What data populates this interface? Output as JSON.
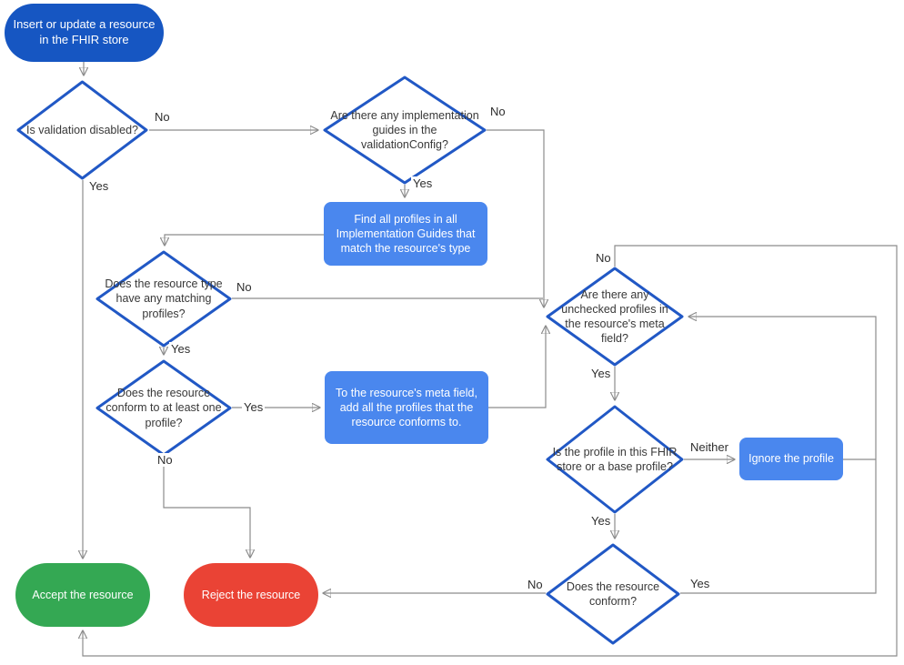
{
  "colors": {
    "start-fill": "#1656C2",
    "process-fill": "#4A87EE",
    "accept-fill": "#34A853",
    "reject-fill": "#EA4335",
    "diamond-border": "#2158C5",
    "connector": "#8C8C8C",
    "arrowhead": "#666666"
  },
  "nodes": {
    "start": "Insert or update a resource in the FHIR store",
    "validation": "Is validation disabled?",
    "guides": "Are there any implementation guides in the validationConfig?",
    "find_profiles": "Find all profiles in all Implementation Guides that match the resource's type",
    "matching": "Does the resource type have any matching profiles?",
    "conform_one": "Does the resource conform to at least one profile?",
    "meta_add": "To the resource's meta field, add all the profiles that the resource conforms to.",
    "unchecked": "Are there any unchecked profiles in the resource's meta field?",
    "profile_store": "Is the profile in this FHIR store or a base profile?",
    "ignore": "Ignore the profile",
    "conform_final": "Does the resource conform?",
    "accept": "Accept the resource",
    "reject": "Reject the resource"
  },
  "edge_labels": {
    "validation_no": "No",
    "validation_yes": "Yes",
    "guides_no": "No",
    "guides_yes": "Yes",
    "matching_no": "No",
    "matching_yes": "Yes",
    "conform_one_yes": "Yes",
    "conform_one_no": "No",
    "unchecked_no": "No",
    "unchecked_yes": "Yes",
    "profile_neither": "Neither",
    "profile_yes": "Yes",
    "conform_final_no": "No",
    "conform_final_yes": "Yes"
  }
}
